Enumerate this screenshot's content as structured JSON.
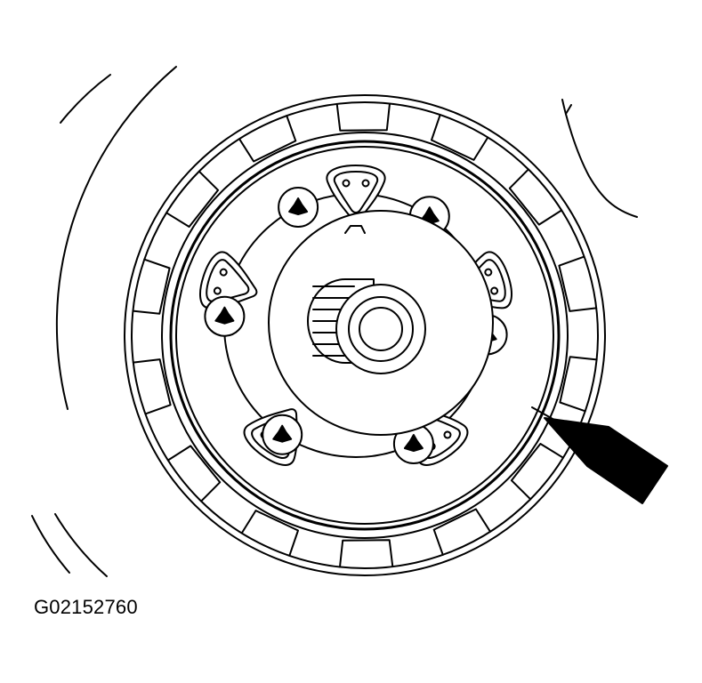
{
  "figure": {
    "id": "G02152760"
  },
  "colors": {
    "ink": "#000000",
    "paper": "#ffffff"
  },
  "parts": {
    "ring_bolts": {
      "count": 5
    },
    "round_fasteners": {
      "count": 6
    },
    "outer_teeth": {
      "count": 14
    }
  }
}
